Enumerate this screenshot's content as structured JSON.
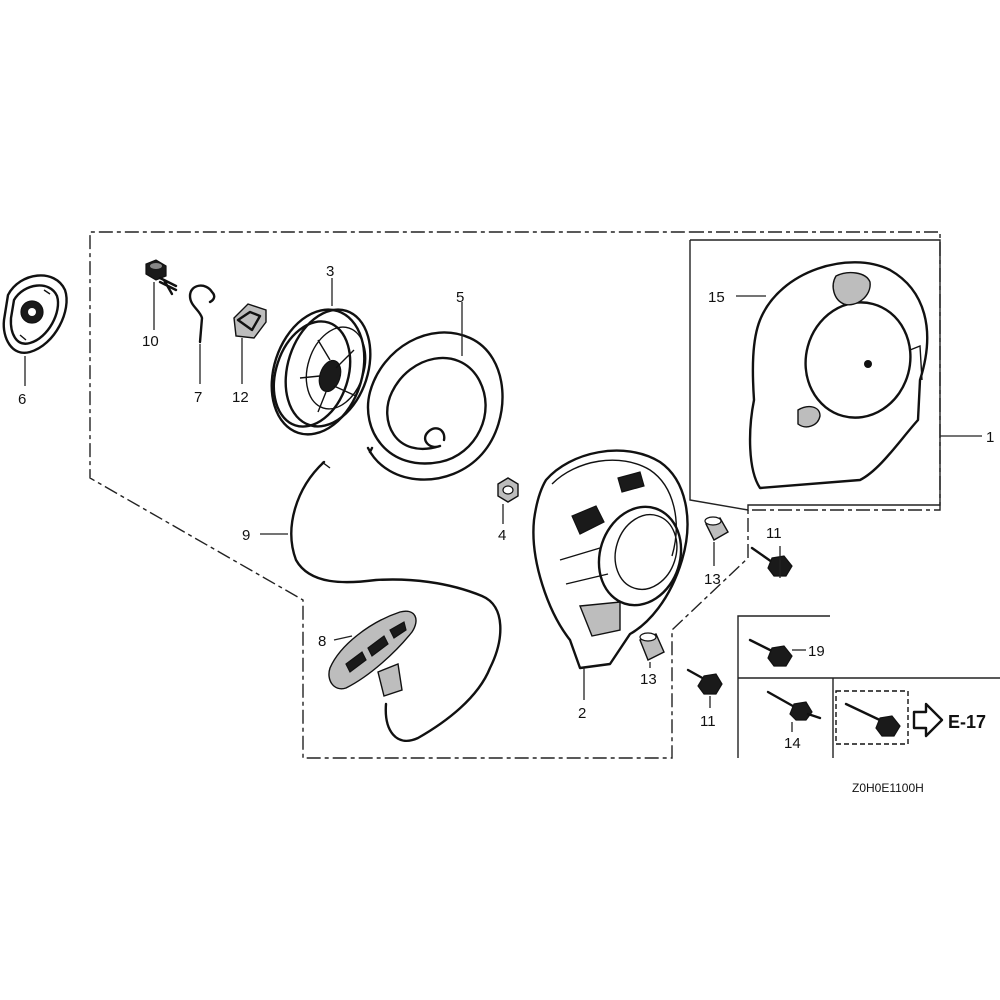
{
  "diagram": {
    "callouts": {
      "c1": "1",
      "c2": "2",
      "c3": "3",
      "c4": "4",
      "c5": "5",
      "c6": "6",
      "c7": "7",
      "c8": "8",
      "c9": "9",
      "c10": "10",
      "c11a": "11",
      "c11b": "11",
      "c12": "12",
      "c13a": "13",
      "c13b": "13",
      "c14": "14",
      "c15": "15",
      "c19": "19"
    },
    "reference": "E-17",
    "drawing_code": "Z0H0E1100H"
  }
}
